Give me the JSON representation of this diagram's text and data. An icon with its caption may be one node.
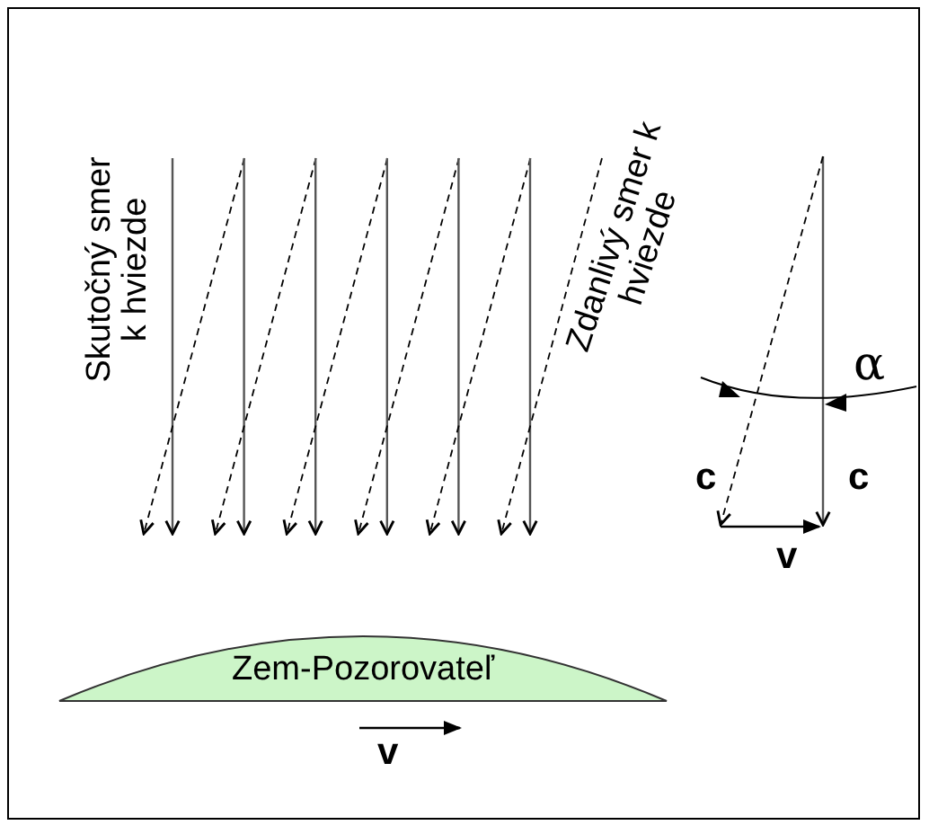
{
  "diagram": {
    "nodes": [
      {
        "text": [
          "Zem-Pozorovateľ"
        ]
      }
    ],
    "labels": [
      "Skutočný smer k hviezde",
      "Zdanlivý smer k hviezde",
      "α",
      "c",
      "c",
      "v",
      "v"
    ]
  }
}
